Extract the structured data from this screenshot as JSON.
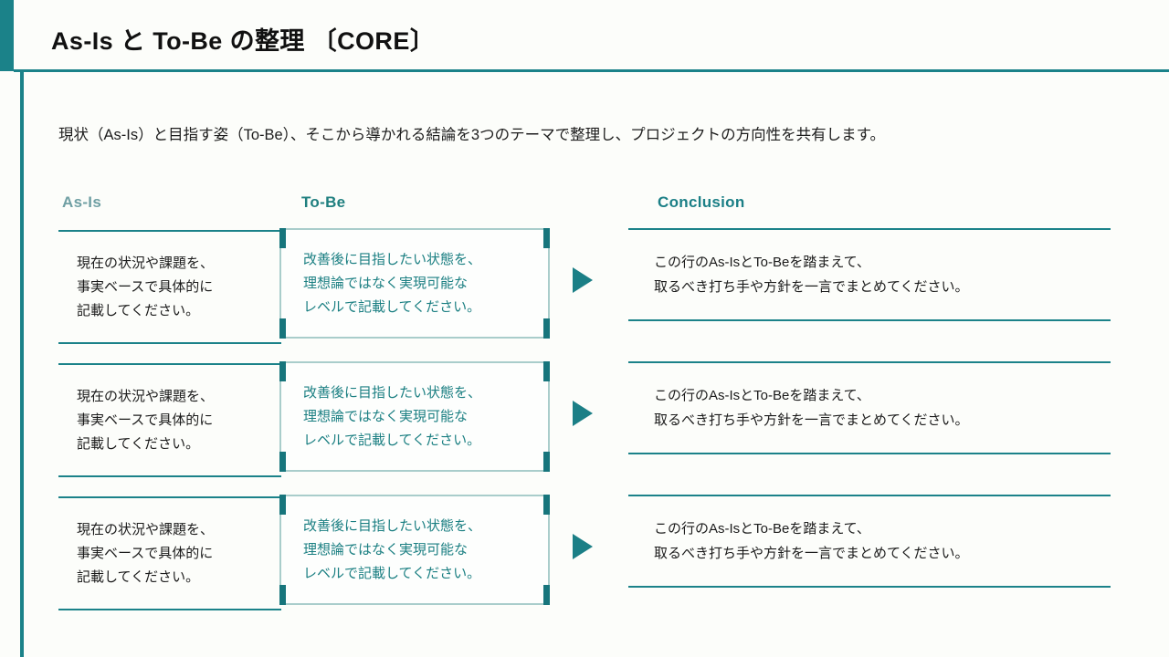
{
  "slide": {
    "title": "As-Is と To-Be の整理 〔CORE〕",
    "lead": "現状（As-Is）と目指す姿（To-Be）、そこから導かれる結論を3つのテーマで整理し、プロジェクトの方向性を共有します。",
    "accent_color": "#1b8289",
    "tobe_text_color": "#1b7f82",
    "asis_head_color": "#6f9fa3",
    "background_color": "#fcfdfa"
  },
  "columns": {
    "asis_label": "As-Is",
    "tobe_label": "To-Be",
    "conclusion_label": "Conclusion"
  },
  "rows": [
    {
      "asis": "現在の状況や課題を、\n事実ベースで具体的に\n記載してください。",
      "tobe": "改善後に目指したい状態を、\n理想論ではなく実現可能な\nレベルで記載してください。",
      "conclusion": "この行のAs-IsとTo-Beを踏まえて、\n取るべき打ち手や方針を一言でまとめてください。",
      "arrow_icon": "triangle-right-icon"
    },
    {
      "asis": "現在の状況や課題を、\n事実ベースで具体的に\n記載してください。",
      "tobe": "改善後に目指したい状態を、\n理想論ではなく実現可能な\nレベルで記載してください。",
      "conclusion": "この行のAs-IsとTo-Beを踏まえて、\n取るべき打ち手や方針を一言でまとめてください。",
      "arrow_icon": "triangle-right-icon"
    },
    {
      "asis": "現在の状況や課題を、\n事実ベースで具体的に\n記載してください。",
      "tobe": "改善後に目指したい状態を、\n理想論ではなく実現可能な\nレベルで記載してください。",
      "conclusion": "この行のAs-IsとTo-Beを踏まえて、\n取るべき打ち手や方針を一言でまとめてください。",
      "arrow_icon": "triangle-right-icon"
    }
  ]
}
